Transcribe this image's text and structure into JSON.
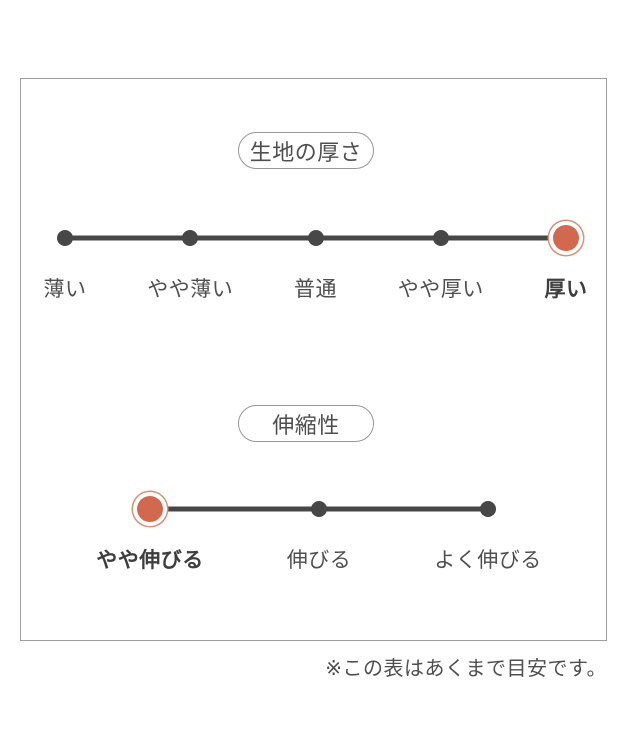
{
  "footnote": "※この表はあくまで目安です。",
  "colors": {
    "line": "#474747",
    "dot": "#474747",
    "selected_dot_fill": "#d2684e",
    "selected_dot_ring": "#d49277",
    "text": "#4f4f4f",
    "panel_border": "#9e9e9e",
    "background": "#ffffff"
  },
  "chart_data": [
    {
      "type": "scatter",
      "title": "生地の厚さ",
      "categories": [
        "薄い",
        "やや薄い",
        "普通",
        "やや厚い",
        "厚い"
      ],
      "selected_index": 4,
      "selected_label": "厚い",
      "points_count": 5,
      "legend_position": "none"
    },
    {
      "type": "scatter",
      "title": "伸縮性",
      "categories": [
        "やや伸びる",
        "伸びる",
        "よく伸びる"
      ],
      "selected_index": 0,
      "selected_label": "やや伸びる",
      "points_count": 3,
      "legend_position": "none"
    }
  ],
  "scales": [
    {
      "title": "生地の厚さ",
      "selected_index": 4,
      "selected_label": "厚い",
      "points": [
        "薄い",
        "やや薄い",
        "普通",
        "やや厚い",
        "厚い"
      ]
    },
    {
      "title": "伸縮性",
      "selected_index": 0,
      "selected_label": "やや伸びる",
      "points": [
        "やや伸びる",
        "伸びる",
        "よく伸びる"
      ]
    }
  ]
}
